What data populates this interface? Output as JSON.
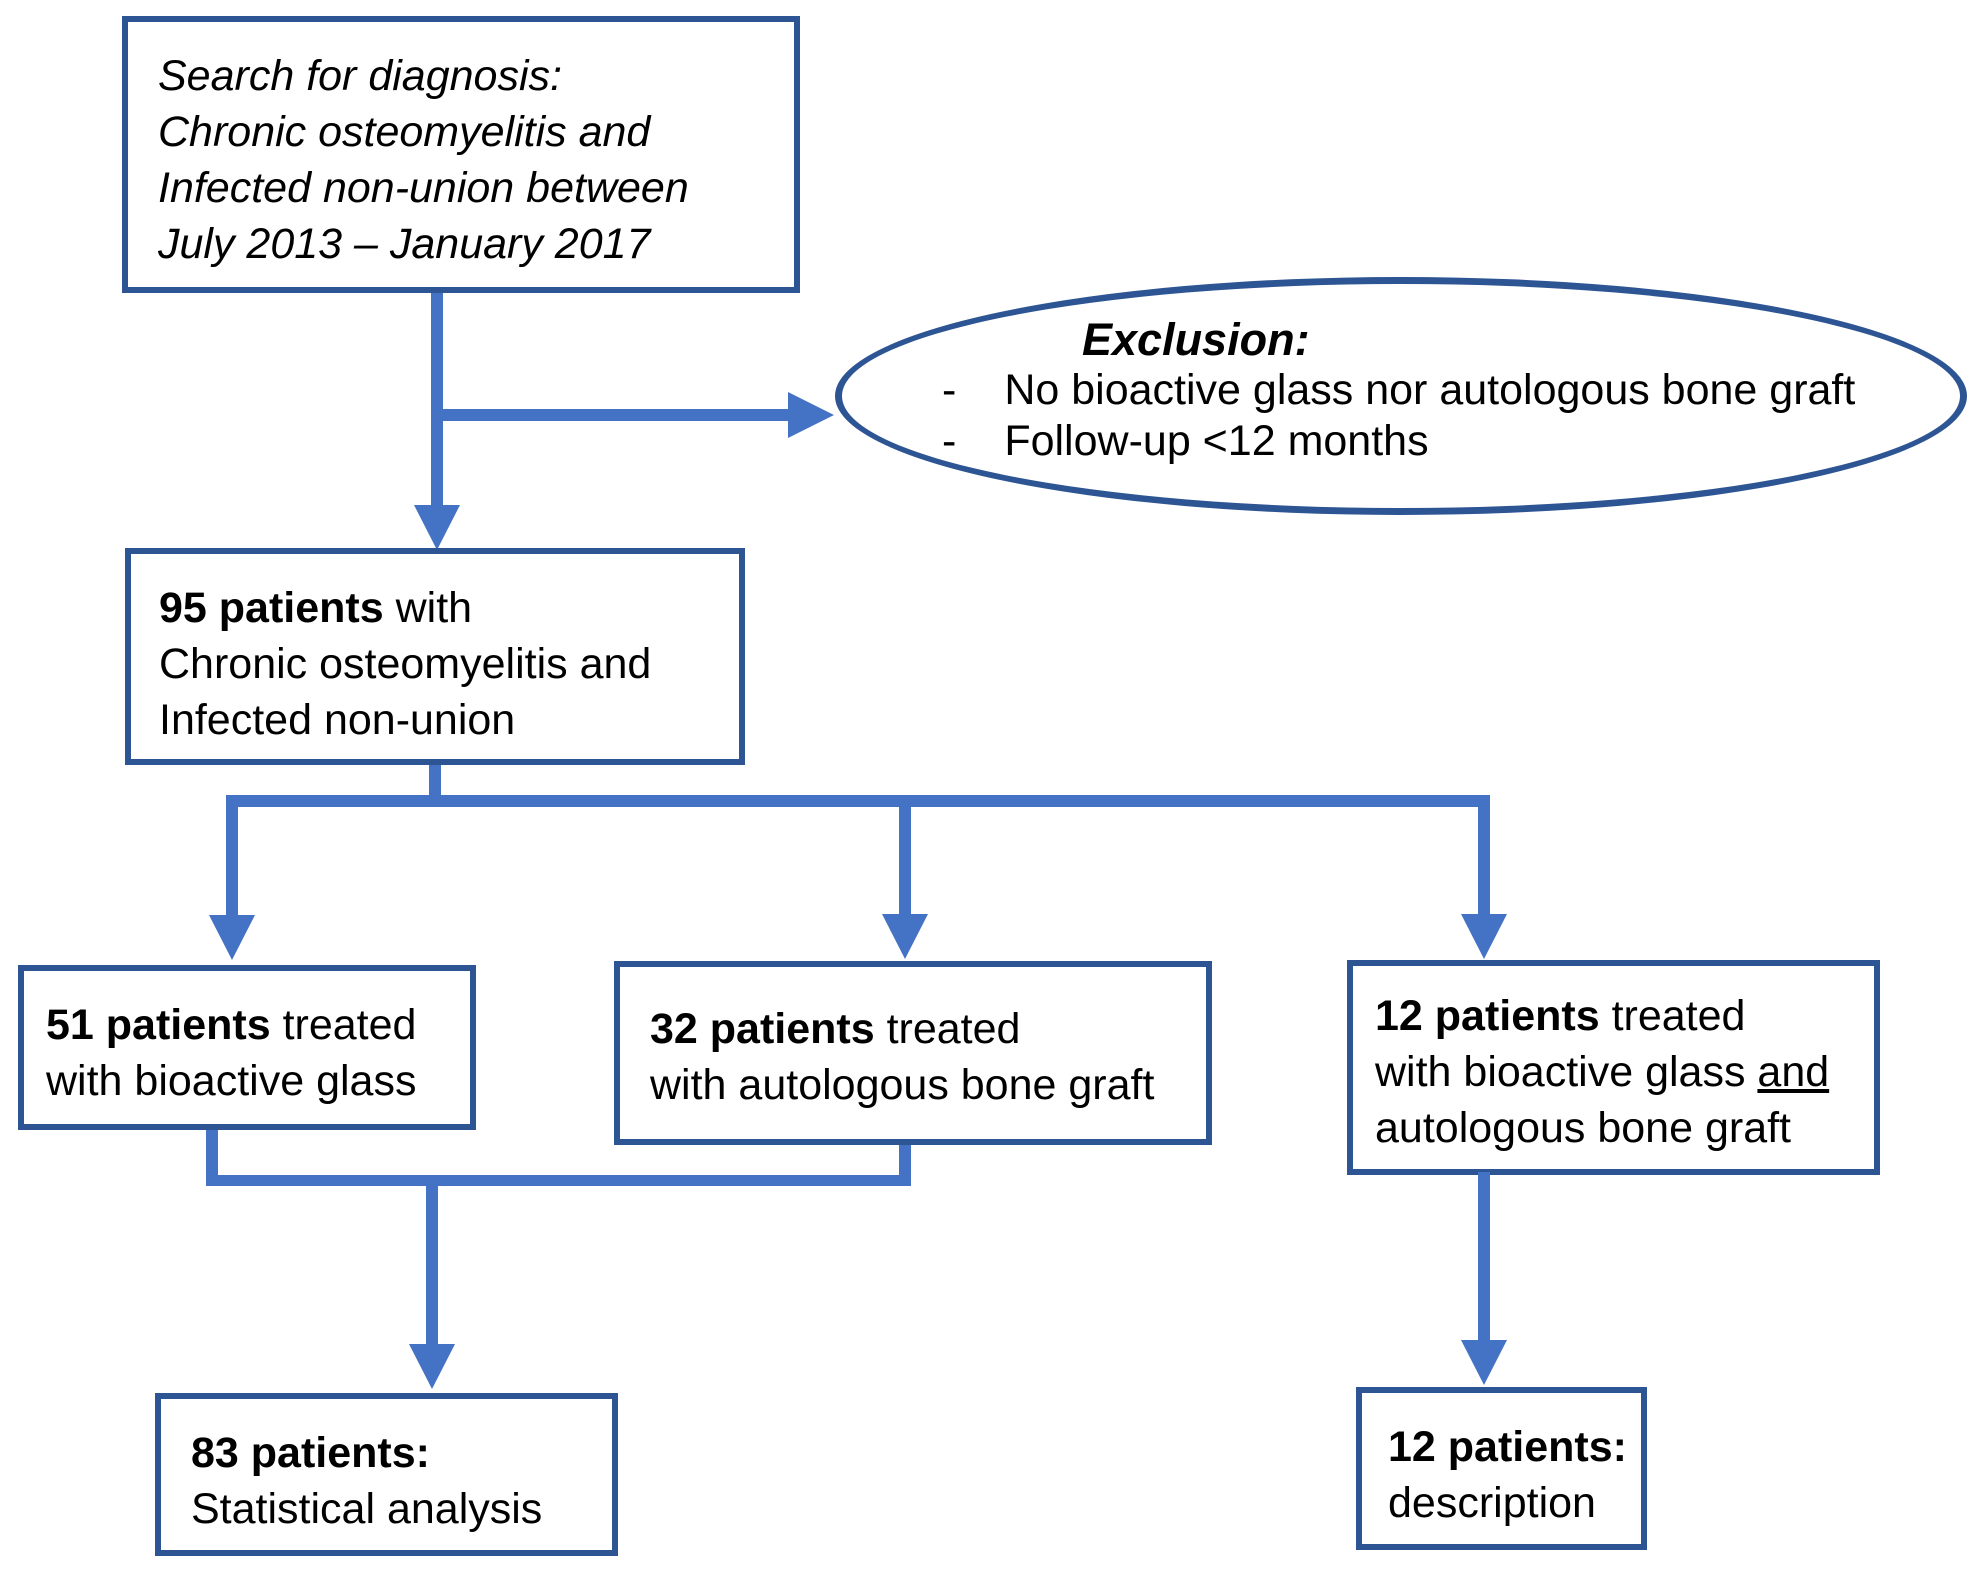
{
  "colors": {
    "box_border": "#2e5593",
    "connector": "#4472c4",
    "text": "#000000",
    "background": "#ffffff"
  },
  "diagram": {
    "search_box": {
      "line1": "Search for diagnosis:",
      "line2": "Chronic osteomyelitis and",
      "line3": "Infected non-union between",
      "line4": "July 2013 – January 2017"
    },
    "exclusion": {
      "title": "Exclusion:",
      "bullet_marker": "-",
      "items": [
        "No bioactive glass nor autologous bone graft",
        "Follow-up <12 months"
      ]
    },
    "patients_95": {
      "bold": "95 patients",
      "rest": " with",
      "line2": "Chronic osteomyelitis and",
      "line3": "Infected non-union"
    },
    "patients_51": {
      "bold": "51 patients",
      "rest": " treated",
      "line2": "with bioactive glass"
    },
    "patients_32": {
      "bold": "32 patients",
      "rest": " treated",
      "line2": "with autologous bone graft"
    },
    "patients_12": {
      "bold": "12 patients",
      "rest": " treated",
      "line2_pre": "with bioactive glass ",
      "line2_underlined": "and",
      "line3": "autologous bone graft"
    },
    "analysis_83": {
      "bold": "83 patients:",
      "line2": "Statistical analysis"
    },
    "description_12": {
      "bold": "12 patients:",
      "line2": "description"
    }
  }
}
